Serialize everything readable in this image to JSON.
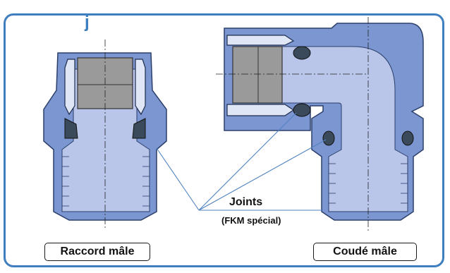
{
  "header": {
    "title_fragment": "j"
  },
  "labels": {
    "joints": "Joints",
    "material": "(FKM spécial)"
  },
  "captions": {
    "left": "Raccord mâle",
    "right": "Coudé mâle"
  },
  "colors": {
    "frame": "#3f7fbf",
    "body_blue": "#7b96d0",
    "body_light": "#b9c6ea",
    "sleeve_gray": "#9a9a9a",
    "seal_dark": "#3a4a5a",
    "leader_line": "#4f82c0"
  }
}
